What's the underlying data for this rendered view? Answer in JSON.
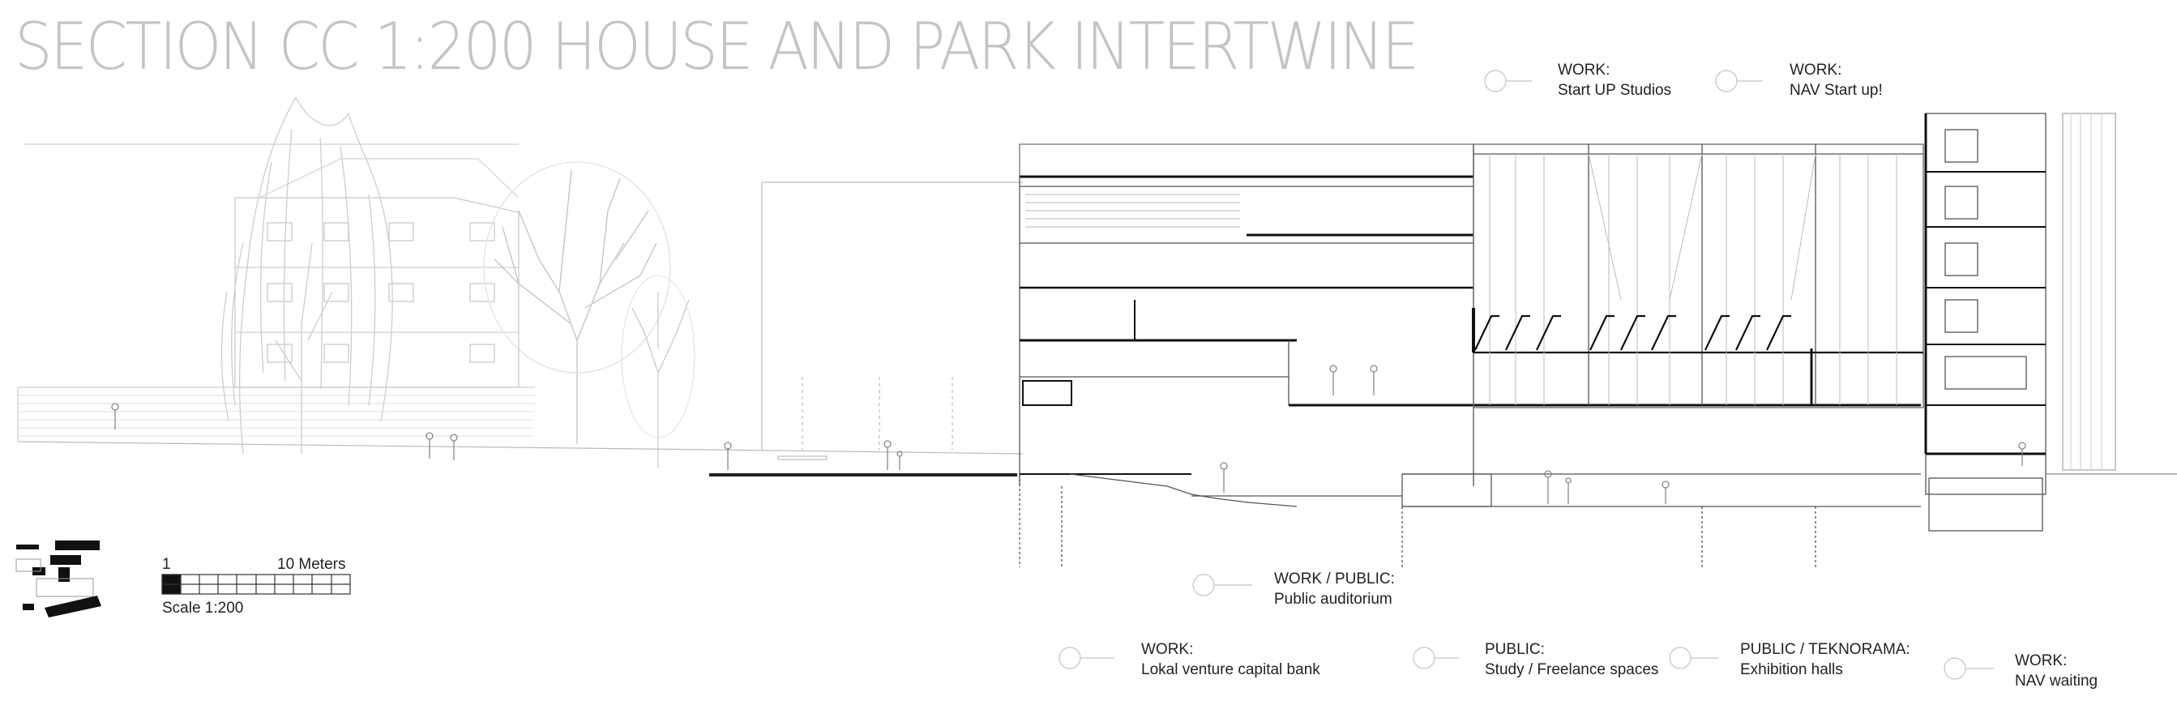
{
  "title": "SECTION CC 1:200 HOUSE AND PARK INTERTWINE",
  "scale_bar": {
    "start_label": "1",
    "end_label": "10 Meters",
    "caption": "Scale 1:200"
  },
  "annotations": [
    {
      "category": "WORK:",
      "description": "Start UP Studios"
    },
    {
      "category": "WORK:",
      "description": "NAV Start up!"
    },
    {
      "category": "WORK / PUBLIC:",
      "description": "Public auditorium"
    },
    {
      "category": "WORK:",
      "description": "Lokal venture capital bank"
    },
    {
      "category": "PUBLIC:",
      "description": "Study / Freelance spaces"
    },
    {
      "category": "PUBLIC / TEKNORAMA:",
      "description": "Exhibition halls"
    },
    {
      "category": "WORK:",
      "description": "NAV waiting"
    }
  ]
}
